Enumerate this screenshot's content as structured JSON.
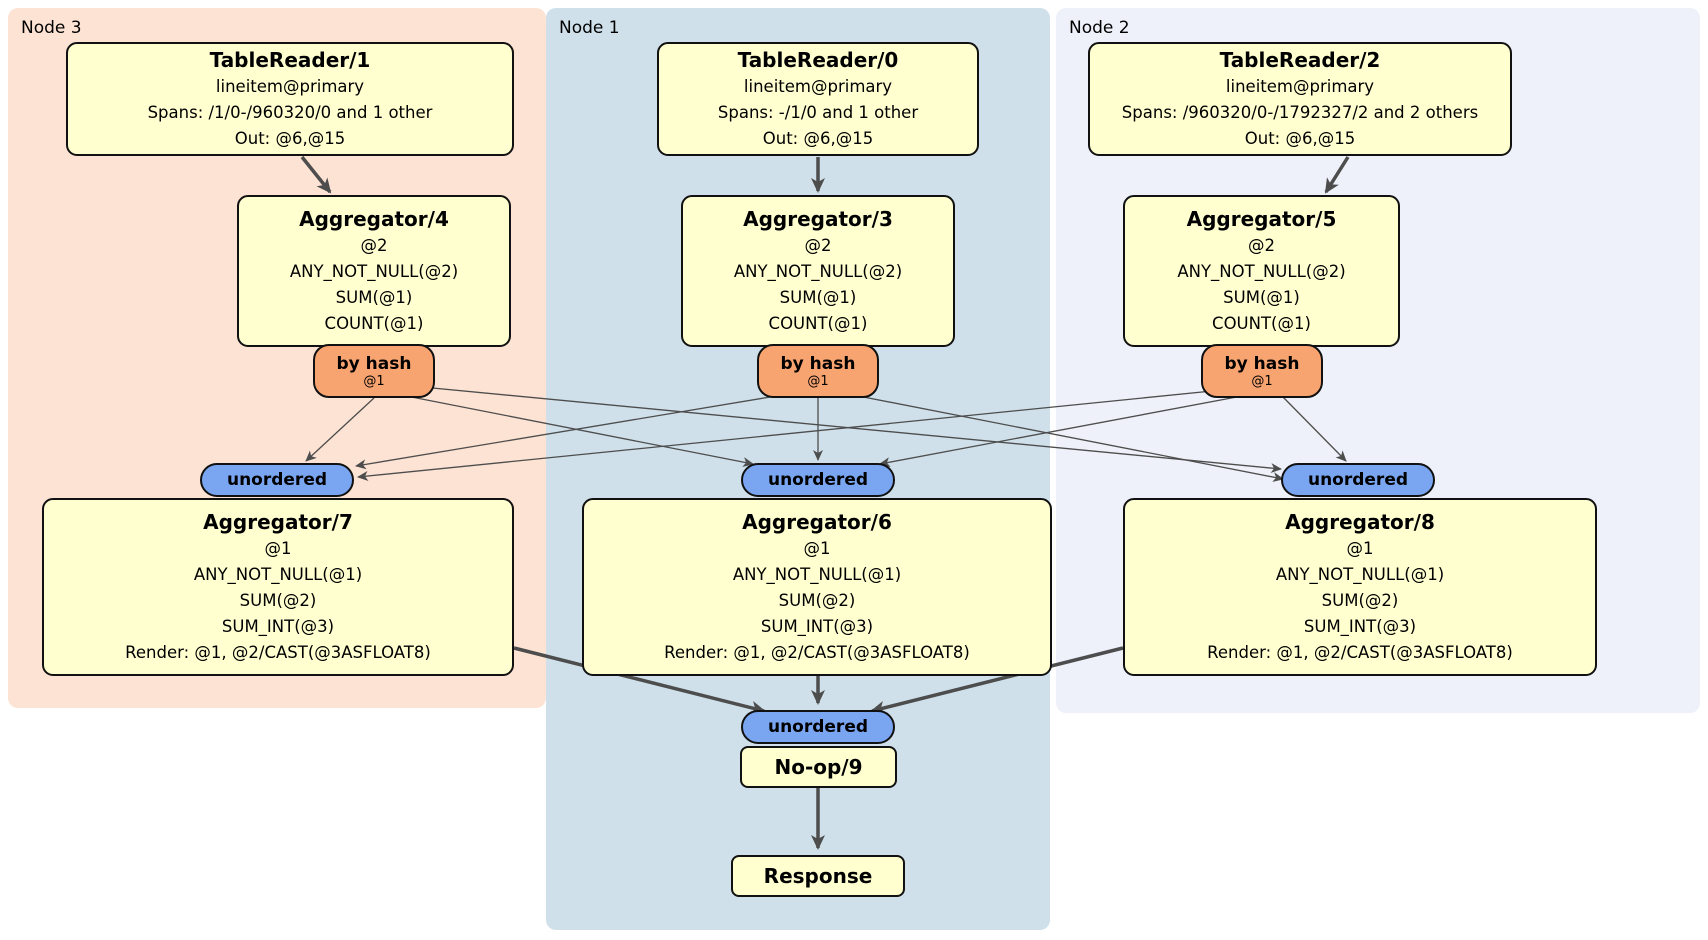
{
  "regions": [
    {
      "label": "Node 3"
    },
    {
      "label": "Node 1"
    },
    {
      "label": "Node 2"
    }
  ],
  "boxes": {
    "tablereader1": {
      "title": "TableReader/1",
      "lines": [
        "lineitem@primary",
        "Spans: /1/0-/960320/0 and 1 other",
        "Out: @6,@15"
      ]
    },
    "tablereader0": {
      "title": "TableReader/0",
      "lines": [
        "lineitem@primary",
        "Spans: -/1/0 and 1 other",
        "Out: @6,@15"
      ]
    },
    "tablereader2": {
      "title": "TableReader/2",
      "lines": [
        "lineitem@primary",
        "Spans: /960320/0-/1792327/2 and 2 others",
        "Out: @6,@15"
      ]
    },
    "aggregator4": {
      "title": "Aggregator/4",
      "lines": [
        "@2",
        "ANY_NOT_NULL(@2)",
        "SUM(@1)",
        "COUNT(@1)"
      ]
    },
    "aggregator3": {
      "title": "Aggregator/3",
      "lines": [
        "@2",
        "ANY_NOT_NULL(@2)",
        "SUM(@1)",
        "COUNT(@1)"
      ]
    },
    "aggregator5": {
      "title": "Aggregator/5",
      "lines": [
        "@2",
        "ANY_NOT_NULL(@2)",
        "SUM(@1)",
        "COUNT(@1)"
      ]
    },
    "aggregator7": {
      "title": "Aggregator/7",
      "lines": [
        "@1",
        "ANY_NOT_NULL(@1)",
        "SUM(@2)",
        "SUM_INT(@3)",
        "Render: @1, @2/CAST(@3ASFLOAT8)"
      ]
    },
    "aggregator6": {
      "title": "Aggregator/6",
      "lines": [
        "@1",
        "ANY_NOT_NULL(@1)",
        "SUM(@2)",
        "SUM_INT(@3)",
        "Render: @1, @2/CAST(@3ASFLOAT8)"
      ]
    },
    "aggregator8": {
      "title": "Aggregator/8",
      "lines": [
        "@1",
        "ANY_NOT_NULL(@1)",
        "SUM(@2)",
        "SUM_INT(@3)",
        "Render: @1, @2/CAST(@3ASFLOAT8)"
      ]
    },
    "noop": {
      "title": "No-op/9"
    },
    "response": {
      "title": "Response"
    }
  },
  "badges": {
    "by_hash": "by hash",
    "by_hash_sub": "@1",
    "unordered": "unordered"
  },
  "colors": {
    "node3_bg": "#fde3d3",
    "node1_bg": "#cfe0ea",
    "node2_bg": "#eef1f9",
    "box_bg": "#ffffd0",
    "by_hash_bg": "#f8a470",
    "unordered_bg": "#7aa5f0",
    "edge": "#4d4d4d"
  }
}
